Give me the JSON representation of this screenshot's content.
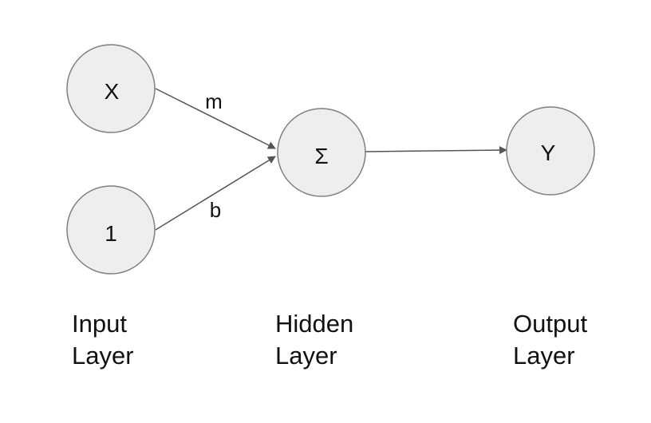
{
  "nodes": {
    "x": "X",
    "one": "1",
    "sum": "Σ",
    "y": "Y"
  },
  "edges": {
    "x_to_sum": "m",
    "one_to_sum": "b"
  },
  "layers": {
    "input": {
      "line1": "Input",
      "line2": "Layer"
    },
    "hidden": {
      "line1": "Hidden",
      "line2": "Layer"
    },
    "output": {
      "line1": "Output",
      "line2": "Layer"
    }
  },
  "colors": {
    "node_fill": "#eeeeee",
    "node_stroke": "#7f7f7f",
    "edge": "#555555",
    "text": "#111111"
  }
}
